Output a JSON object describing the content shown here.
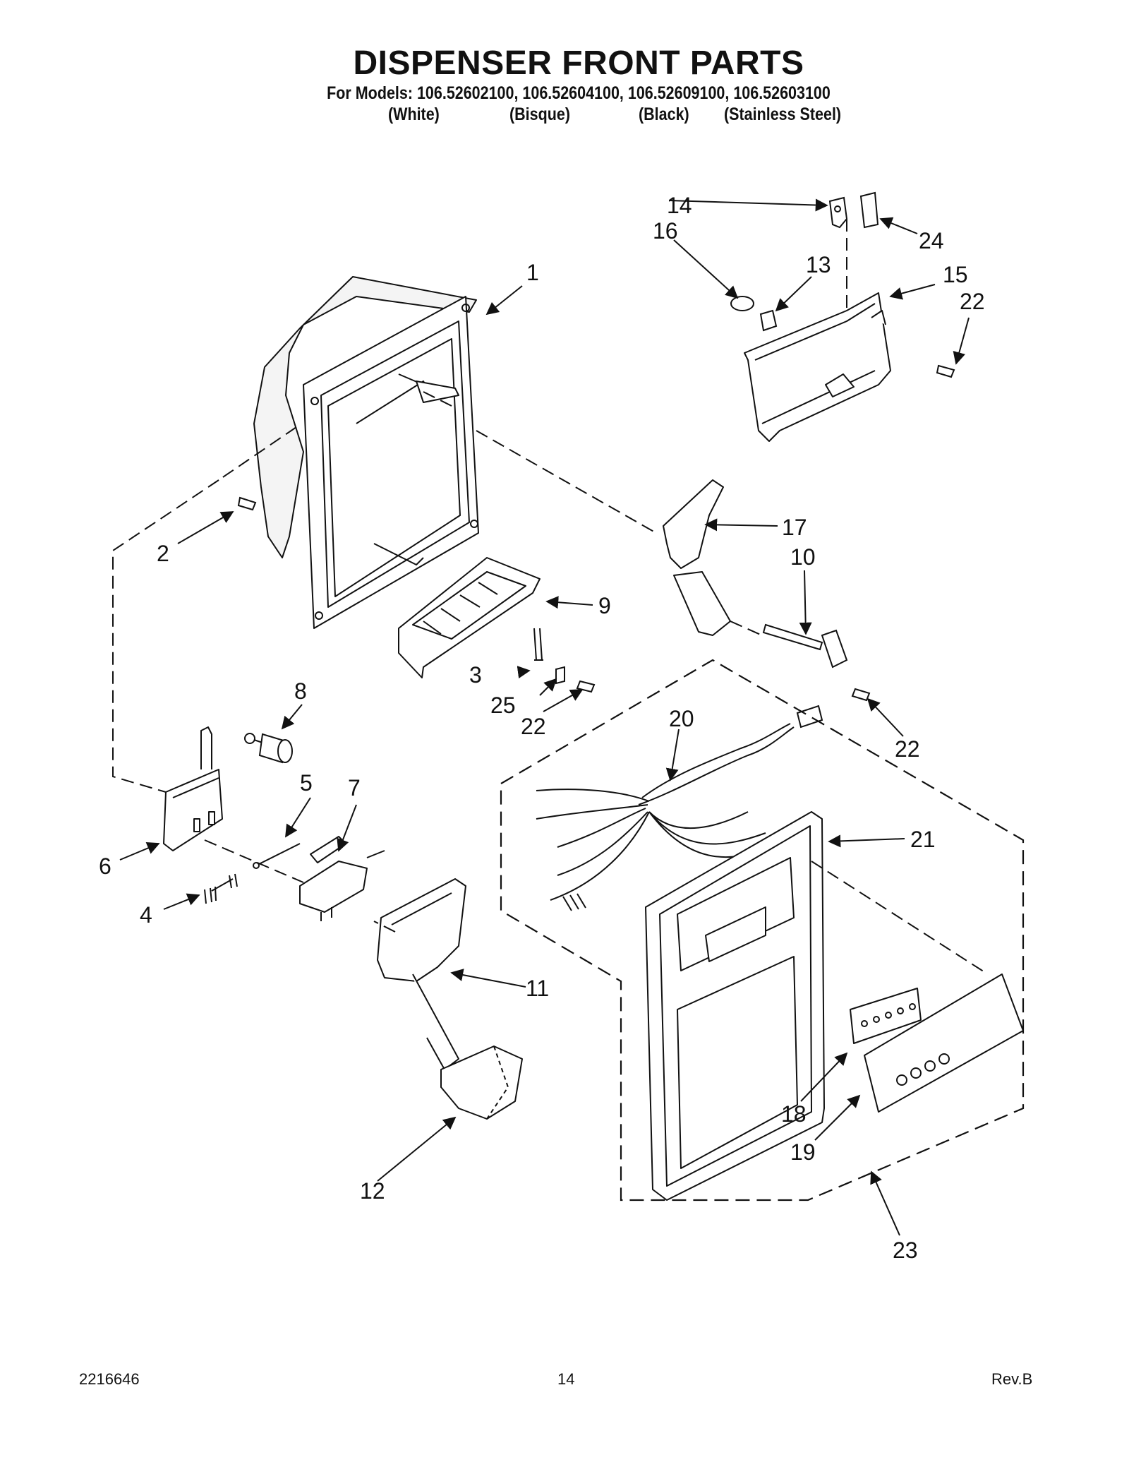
{
  "header": {
    "title": "DISPENSER FRONT PARTS",
    "models_line": "For Models: 106.52602100, 106.52604100, 106.52609100, 106.52603100",
    "variants": [
      "(White)",
      "(Bisque)",
      "(Black)",
      "(Stainless Steel)"
    ]
  },
  "callouts": [
    "1",
    "2",
    "3",
    "4",
    "5",
    "6",
    "7",
    "8",
    "9",
    "10",
    "11",
    "12",
    "13",
    "14",
    "15",
    "16",
    "17",
    "18",
    "19",
    "20",
    "21",
    "22",
    "22",
    "22",
    "23",
    "24",
    "25"
  ],
  "footer": {
    "doc_number": "2216646",
    "page": "14",
    "revision": "Rev.B"
  }
}
